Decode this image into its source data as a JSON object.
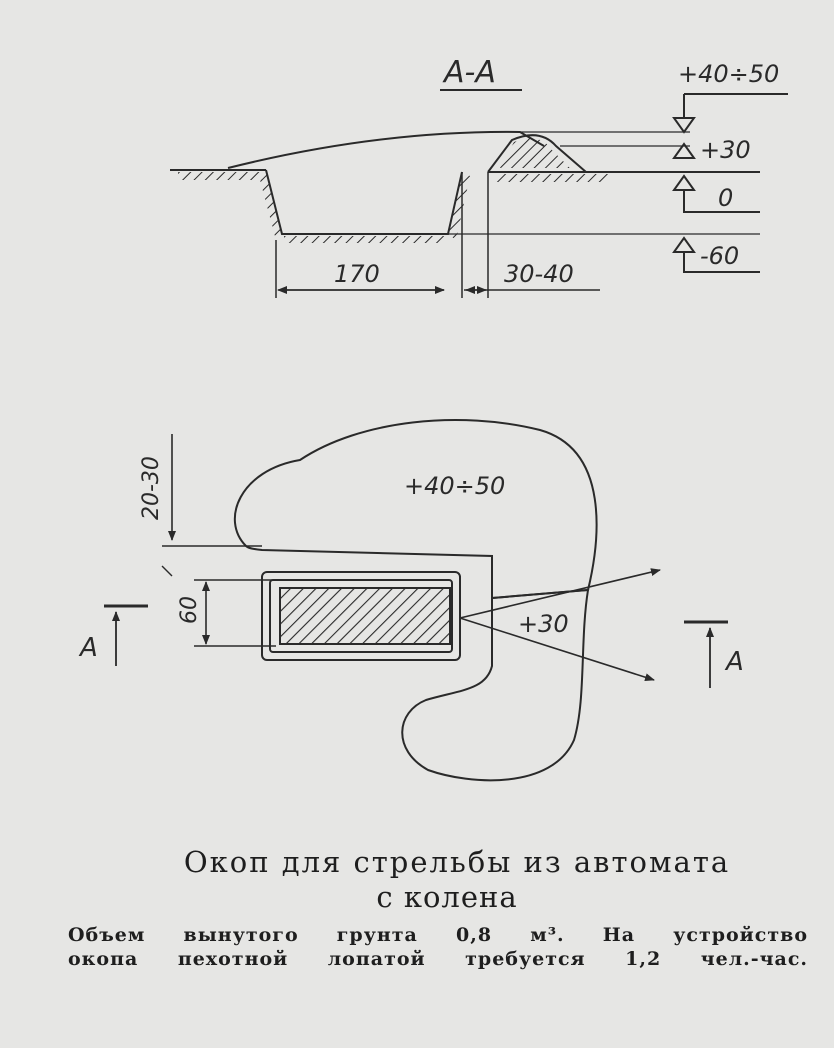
{
  "section": {
    "title": "А-А",
    "dim_width": "170",
    "dim_berm": "30-40",
    "levels": [
      "+40÷50",
      "+30",
      "0",
      "-60"
    ]
  },
  "plan": {
    "label_parapet": "+40÷50",
    "label_sector": "+30",
    "dim_top": "20-30",
    "dim_depth": "60",
    "cut_mark": "А"
  },
  "caption": {
    "title": "Окоп для стрельбы из автомата",
    "subtitle": "с колена",
    "note_line1": "Объем вынутого грунта 0,8 м³. На устройство",
    "note_line2": "окопа пехотной лопатой требуется 1,2 чел.-час."
  },
  "colors": {
    "paper": "#e6e6e4",
    "ink": "#2a2a2a"
  }
}
